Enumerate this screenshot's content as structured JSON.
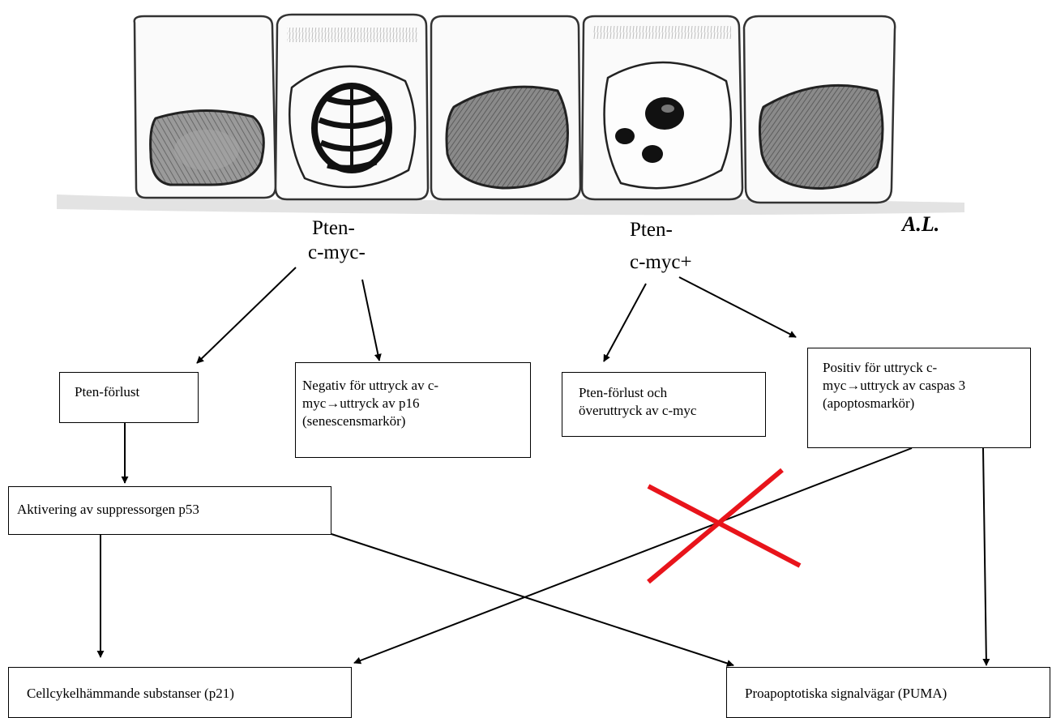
{
  "drawing": {
    "signature": "A.L."
  },
  "labels": {
    "left_group": [
      "Pten-",
      "c-myc-"
    ],
    "right_group": [
      "Pten-",
      "c-myc+"
    ]
  },
  "boxes": {
    "pten_forlust": [
      "Pten-förlust"
    ],
    "negativ": [
      "Negativ för uttryck av c-",
      "myc→uttryck av p16",
      "(senescensmarkör)"
    ],
    "pten_forlust_och": [
      "Pten-förlust och",
      "överuttryck av c-myc"
    ],
    "positiv": [
      "Positiv för uttryck c-",
      "myc→uttryck av caspas 3",
      "(apoptosmarkör)"
    ],
    "aktivering": [
      "Aktivering av suppressorgen p53"
    ],
    "cellcykel": [
      "Cellcykelhämmande substanser (p21)"
    ],
    "proapoptotiska": [
      "Proapoptotiska signalvägar (PUMA)"
    ]
  },
  "colors": {
    "cross": "#e8141b",
    "ink": "#000000",
    "nucleus": "#6a6a6a"
  }
}
